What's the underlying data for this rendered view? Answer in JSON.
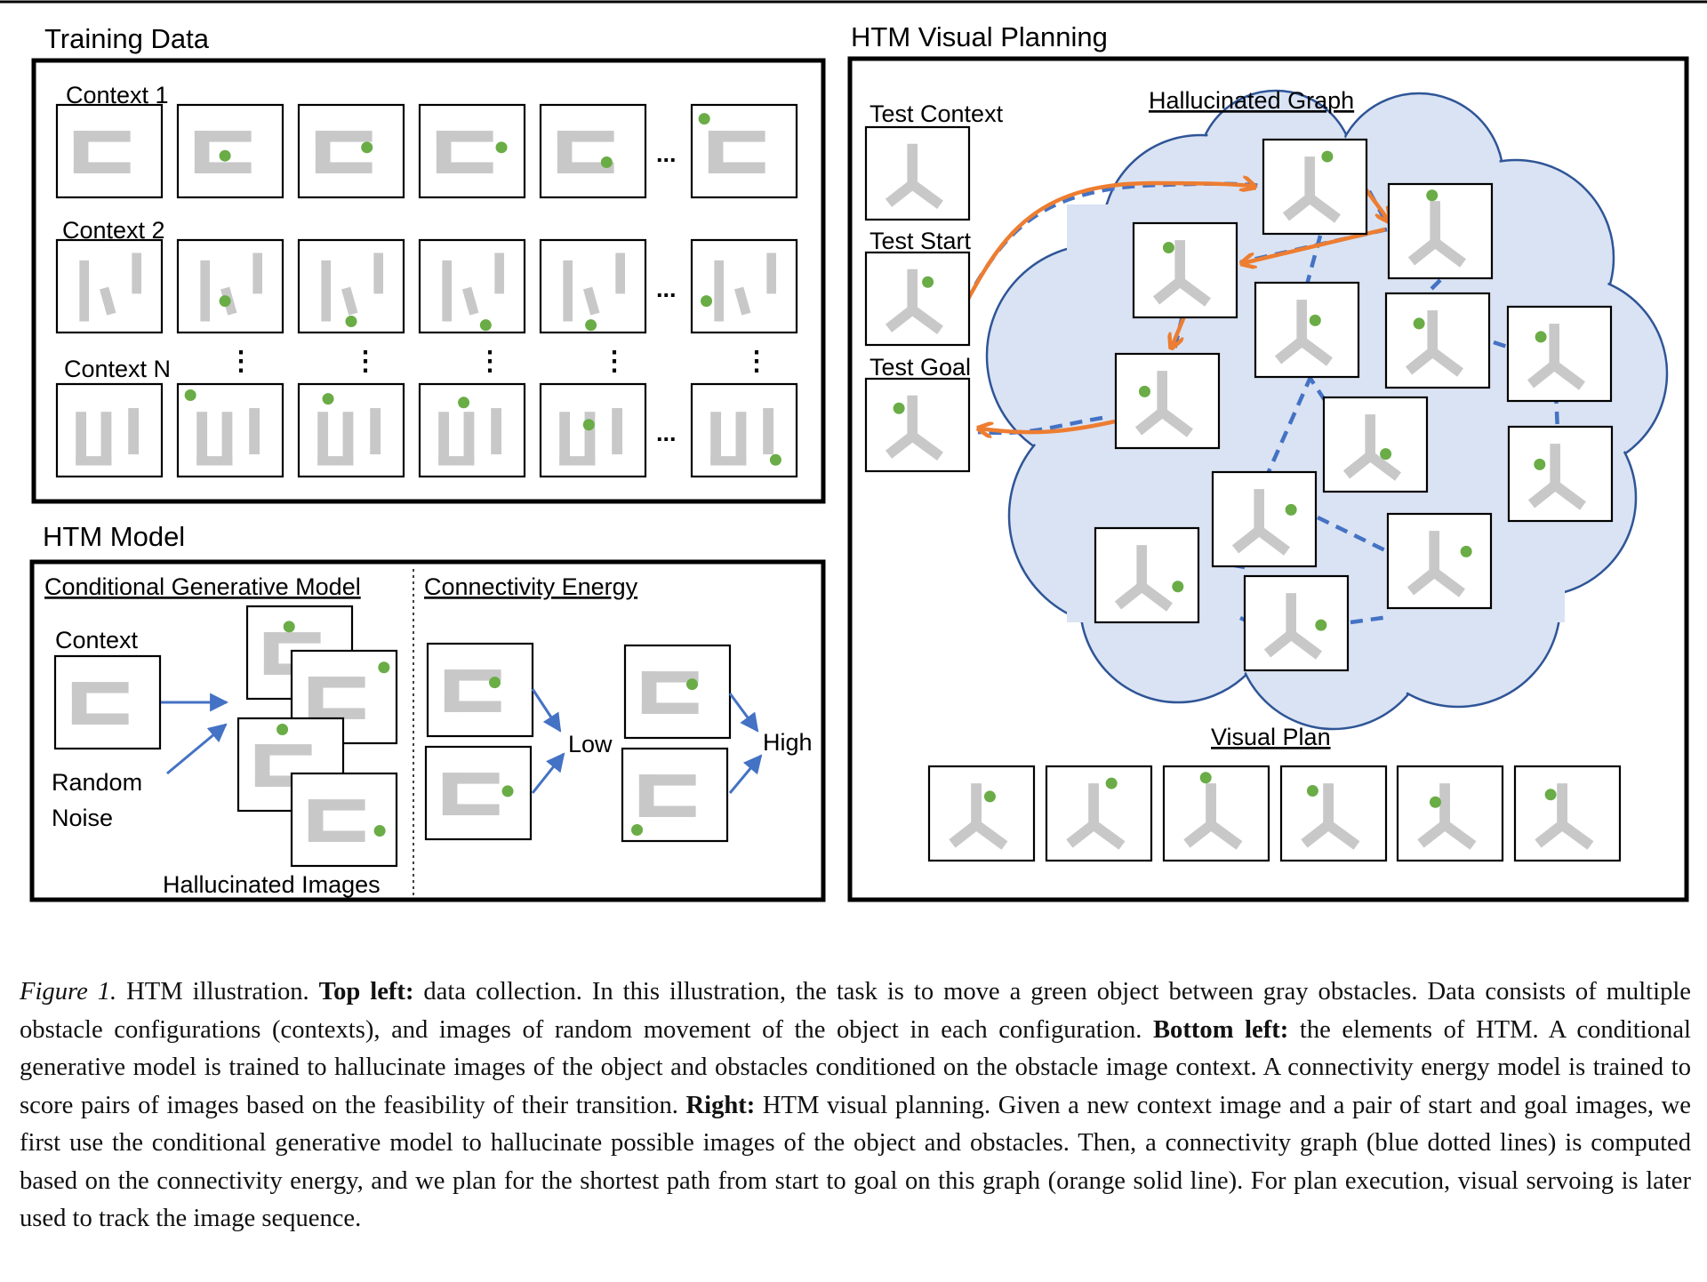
{
  "top_rule": true,
  "training_data": {
    "title": "Training Data",
    "context_labels": [
      "Context 1",
      "Context 2",
      "Context N"
    ],
    "ellipsis": "...",
    "vertical_ellipsis": "⋮"
  },
  "htm_model": {
    "title": "HTM Model",
    "cgm_title": "Conditional Generative Model",
    "ce_title": "Connectivity Energy",
    "context_label": "Context",
    "noise_label_line1": "Random",
    "noise_label_line2": "Noise",
    "hallucinated_label": "Hallucinated Images",
    "low_label": "Low",
    "high_label": "High"
  },
  "htm_planning": {
    "title": "HTM Visual Planning",
    "test_context": "Test Context",
    "test_start": "Test Start",
    "test_goal": "Test Goal",
    "graph_title": "Hallucinated Graph",
    "visual_plan": "Visual Plan"
  },
  "colors": {
    "obstacle": "#c8c8c8",
    "object": "#6aac46",
    "graph_edge": "#4472c4",
    "path": "#ed7d31",
    "cloud_fill": "#dae3f3",
    "cloud_stroke": "#2f5597",
    "arrow": "#4472c4"
  },
  "caption": {
    "fig_label": "Figure 1.",
    "intro": " HTM illustration. ",
    "top_left_label": "Top left:",
    "top_left_text": " data collection. In this illustration, the task is to move a green object between gray obstacles. Data consists of multiple obstacle configurations (contexts), and images of random movement of the object in each configuration. ",
    "bottom_left_label": "Bottom left:",
    "bottom_left_text": " the elements of HTM. A conditional generative model is trained to hallucinate images of the object and obstacles conditioned on the obstacle image context. A connectivity energy model is trained to score pairs of images based on the feasibility of their transition. ",
    "right_label": "Right:",
    "right_text": " HTM visual planning. Given a new context image and a pair of start and goal images, we first use the conditional generative model to hallucinate possible images of the object and obstacles. Then, a connectivity graph (blue dotted lines) is computed based on the connectivity energy, and we plan for the shortest path from start to goal on this graph (orange solid line). For plan execution, visual servoing is later used to track the image sequence."
  }
}
